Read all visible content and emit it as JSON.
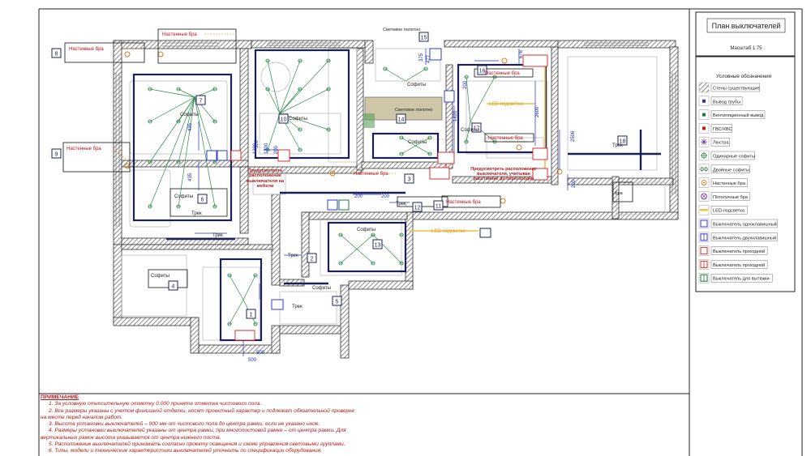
{
  "title_block": {
    "title": "План выключателей",
    "scale": "Масштаб 1:75"
  },
  "legend": {
    "header": "Условные обозначения",
    "items": [
      {
        "label": "Стены существующие",
        "icon": "wall-hatch-icon",
        "color": "#555555"
      },
      {
        "label": "Вывод трубы",
        "icon": "pipe-outlet-icon",
        "color": "#2d3a8c"
      },
      {
        "label": "Вентиляционный вывод",
        "icon": "ventilation-outlet-icon",
        "color": "#1f7a34"
      },
      {
        "label": "ГВС/ХВС",
        "icon": "water-supply-icon",
        "color": "#c01e1e"
      },
      {
        "label": "Люстра",
        "icon": "chandelier-icon",
        "color": "#7a3aa0"
      },
      {
        "label": "Одинарные софиты",
        "icon": "single-spotlight-icon",
        "color": "#2c7a3c"
      },
      {
        "label": "Двойные софиты",
        "icon": "double-spotlight-icon",
        "color": "#2c7a3c"
      },
      {
        "label": "Настенные бра",
        "icon": "wall-sconce-icon",
        "color": "#d47a1c"
      },
      {
        "label": "Потолочные бра",
        "icon": "ceiling-sconce-icon",
        "color": "#7a3aa0"
      },
      {
        "label": "LED-подсветка",
        "icon": "led-strip-icon",
        "color": "#f0c040"
      },
      {
        "label": "Выключатель одноклавишный",
        "icon": "single-switch-icon",
        "color": "#2d3ad8"
      },
      {
        "label": "Выключатель двухклавишный",
        "icon": "double-switch-icon",
        "color": "#2d3ad8"
      },
      {
        "label": "Выключатель проходной",
        "icon": "pass-switch-icon",
        "color": "#d83030"
      },
      {
        "label": "Выключатель проходной",
        "icon": "pass-double-switch-icon",
        "color": "#d83030"
      },
      {
        "label": "Выключатель для вытяжки",
        "icon": "hood-switch-icon",
        "color": "#1f7a34"
      }
    ]
  },
  "plan": {
    "labels": {
      "wall_sconce": "Настенные бра",
      "sofit": "Софиты",
      "track": "Трек",
      "led": "LED-подсветка",
      "light_canvas": "Световое полотно",
      "note_furniture": "Предусмотреть расположение выключателя на мебели",
      "note_partition": "Предусмотреть расположение выключателя, учитывая расстояние до перегородки",
      "bra": "Бра"
    },
    "dims": [
      "435",
      "435",
      "300",
      "200",
      "200",
      "1420",
      "2600",
      "2506",
      "676",
      "477",
      "375",
      "200",
      "200",
      "500",
      "200",
      "500",
      "1300",
      "1300"
    ],
    "group_numbers": [
      "1",
      "2",
      "3",
      "4",
      "5",
      "6",
      "7",
      "8",
      "9",
      "10",
      "11",
      "12",
      "13",
      "14",
      "15",
      "16",
      "17",
      "18"
    ]
  },
  "notes": {
    "title": "ПРИМЕЧАНИЕ",
    "lines": [
      "1.      За условную относительную отметку 0.000 принята отметка чистового пола.",
      "2.  Все размеры указаны с учетом финишной отделки, носят проектный характер и подлежат обязательной проверке",
      "на месте перед началом работ.",
      "3.  Высота установки выключателей – 900 мм от чистового пола до центра рамки, если не указано иное.",
      "4.  Размеры установки выключателей указаны от центра рамки, при многопостовой рамке – от центра рамки. Для",
      "вертикальных рамок высота указывается от центра нижнего поста.",
      "5.  Расположение выключателей принимать согласно проекту освещения и схеме управления световыми группами.",
      "6.  Типы, модели и технические характеристики выключателей уточнить по спецификации оборудования."
    ]
  }
}
